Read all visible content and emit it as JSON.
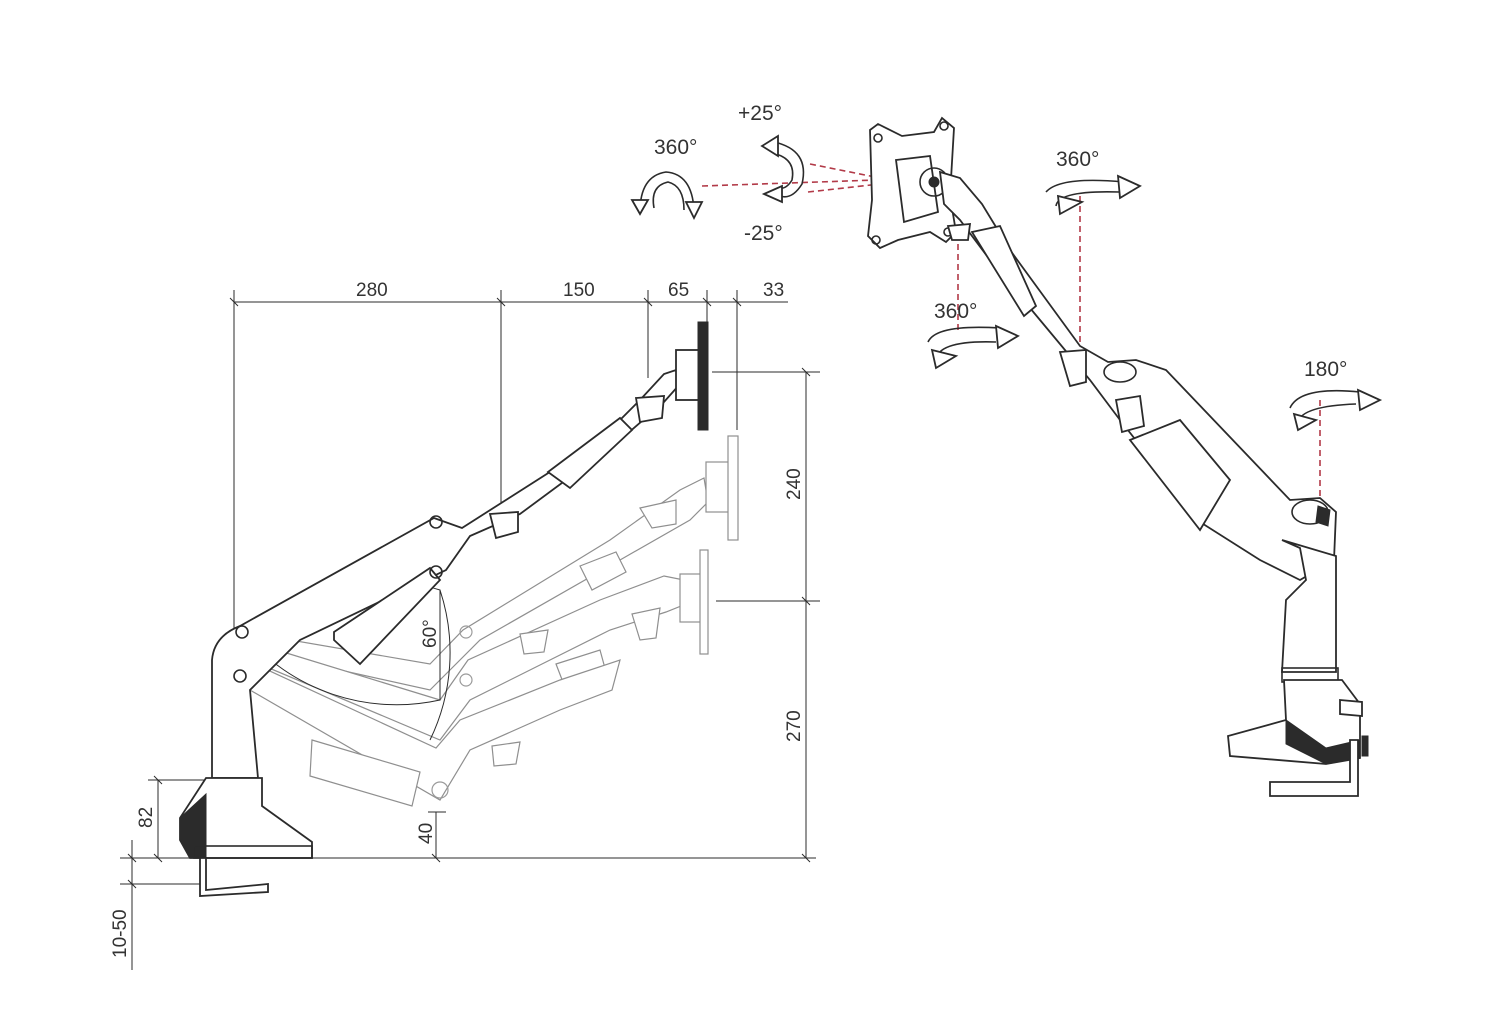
{
  "dimensions": {
    "reach_280": "280",
    "reach_150": "150",
    "reach_65": "65",
    "reach_33": "33",
    "height_240": "240",
    "height_270": "270",
    "base_82": "82",
    "low_40": "40",
    "desk_thickness": "10-50",
    "arm_angle": "60°"
  },
  "rotations": {
    "tilt_up": "+25°",
    "tilt_down": "-25°",
    "rotate_vesa": "360°",
    "swivel_head": "360°",
    "swivel_elbow": "360°",
    "swivel_forearm": "360°",
    "swivel_base": "180°"
  },
  "colors": {
    "line": "#2b2b2b",
    "ghost": "#9a9a9a",
    "axis_dash": "#b23a48"
  }
}
